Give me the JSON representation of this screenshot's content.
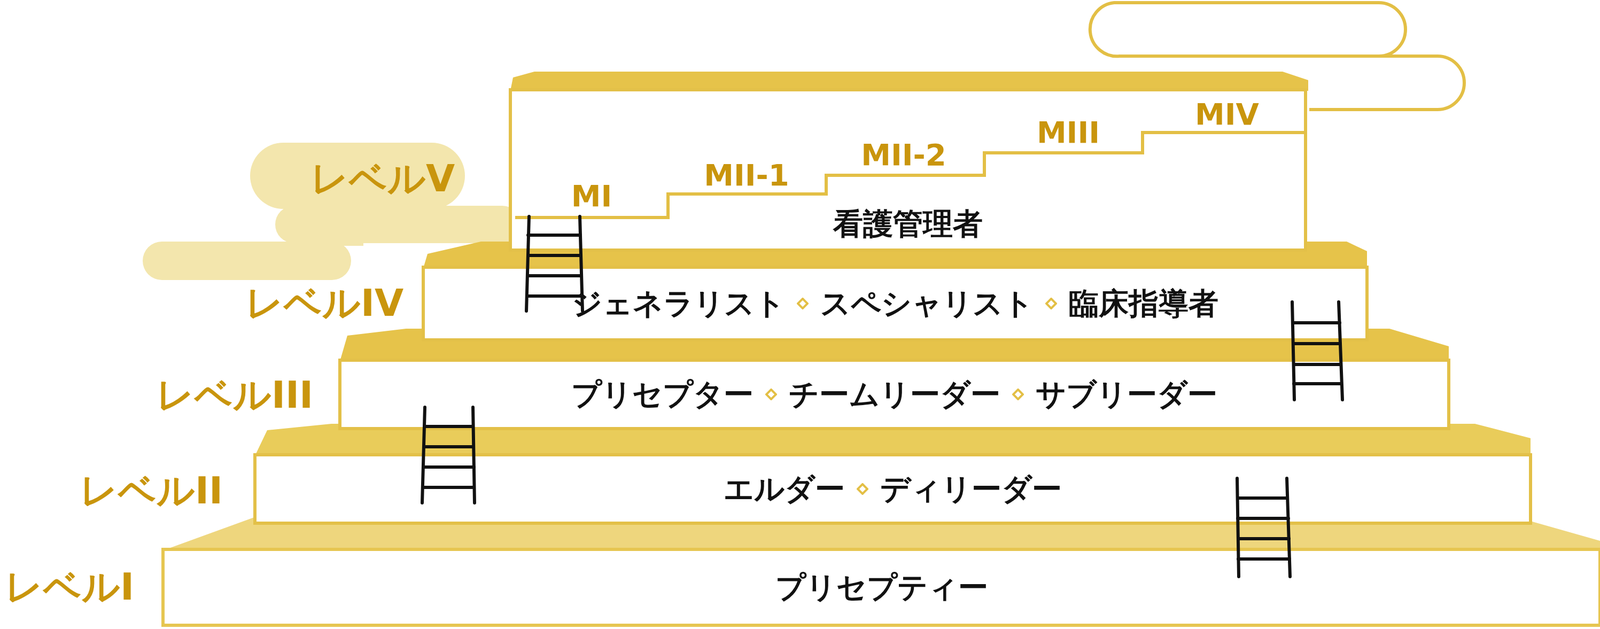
{
  "diagram": {
    "nodes": [
      {
        "text": [
          "看護管理者"
        ]
      },
      {
        "text": [
          "ジェネラリスト",
          "スペシャリスト",
          "臨床指導者"
        ]
      },
      {
        "text": [
          "プリセプター",
          "チームリーダー",
          "サブリーダー"
        ]
      },
      {
        "text": [
          "エルダー",
          "ディリーダー"
        ]
      },
      {
        "text": [
          "プリセプティー"
        ]
      }
    ],
    "labels": [
      "レベルV",
      "レベルIV",
      "レベルIII",
      "レベルII",
      "レベルI",
      "MI",
      "MII-1",
      "MII-2",
      "MIII",
      "MIV"
    ]
  }
}
